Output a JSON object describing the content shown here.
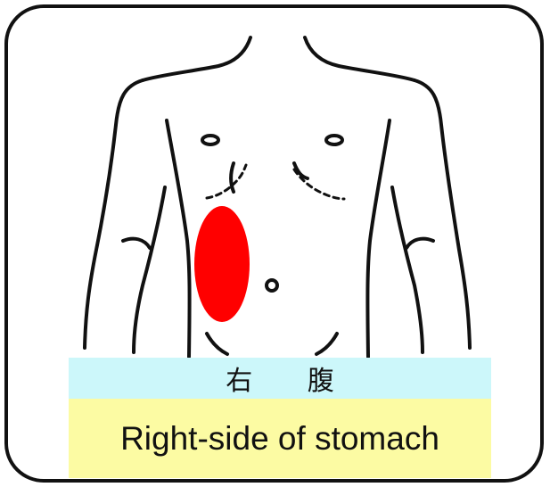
{
  "illustration": {
    "subject": "front-torso-outline-icon",
    "highlight_region": "right-abdomen-highlight",
    "highlight_color": "#ff0000",
    "line_color": "#111111"
  },
  "label": {
    "japanese": "右 腹",
    "english": "Right-side of stomach",
    "japanese_bg": "#ccf7fa",
    "english_bg": "#fcfba3"
  }
}
